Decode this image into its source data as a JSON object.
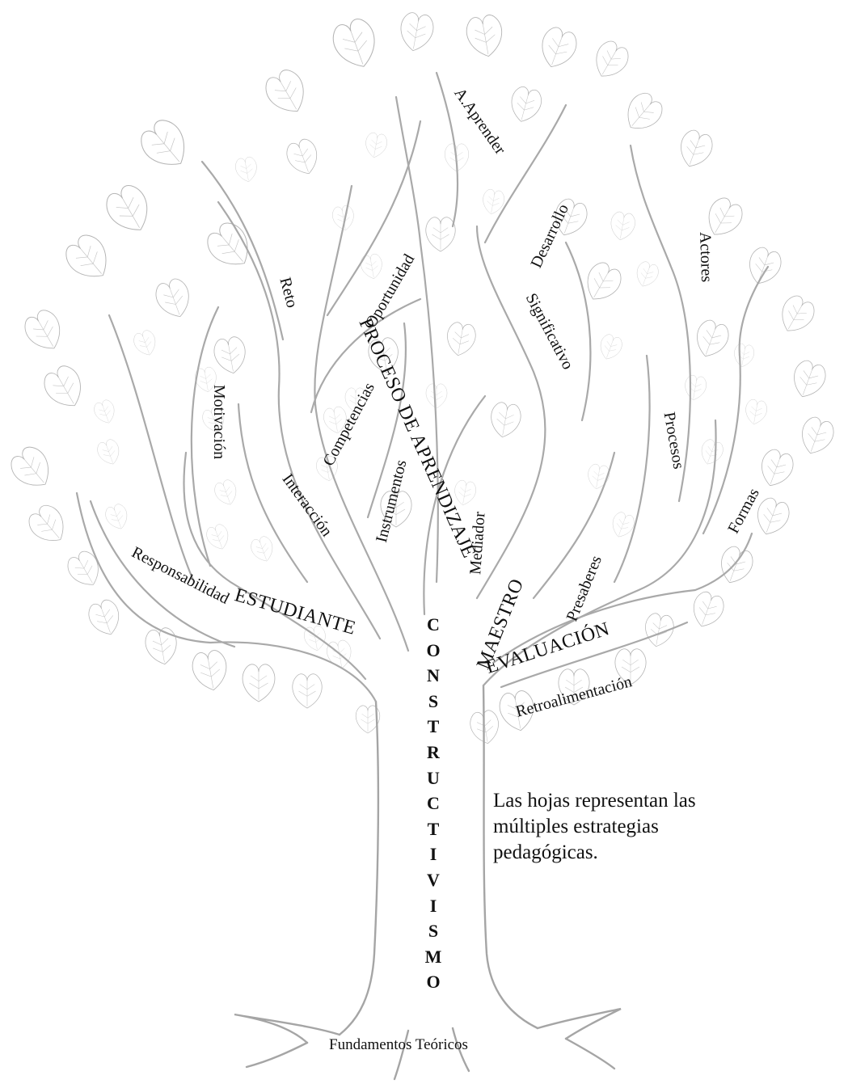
{
  "trunk_word": [
    "C",
    "O",
    "N",
    "S",
    "T",
    "R",
    "U",
    "C",
    "T",
    "I",
    "V",
    "I",
    "S",
    "M",
    "O"
  ],
  "root_label": "Fundamentos Teóricos",
  "note": "Las hojas representan las múltiples estrategias pedagógicas.",
  "branch_labels": {
    "estudiante": "ESTUDIANTE",
    "proceso": "PROCESO DE APRENDIZAJE",
    "maestro": "MAESTRO",
    "evaluacion": "EVALUACIÓN",
    "responsabilidad": "Responsabilidad",
    "interaccion": "Interacción",
    "motivacion": "Motivación",
    "reto": "Reto",
    "oportunidad": "Oportunidad",
    "competencias": "Competencias",
    "instrumentos": "Instrumentos",
    "mediador": "Mediador",
    "significativo": "Significativo",
    "a_aprender": "A.Aprender",
    "desarrollo": "Desarrollo",
    "actores": "Actores",
    "procesos": "Procesos",
    "formas": "Formas",
    "presaberes": "Presaberes",
    "retroalimentacion": "Retroalimentación"
  },
  "colors": {
    "line": "#a9a9a9",
    "leaf": "#b4b4b4",
    "text": "#111111"
  },
  "leaf_icon": "heart-shaped-leaf"
}
